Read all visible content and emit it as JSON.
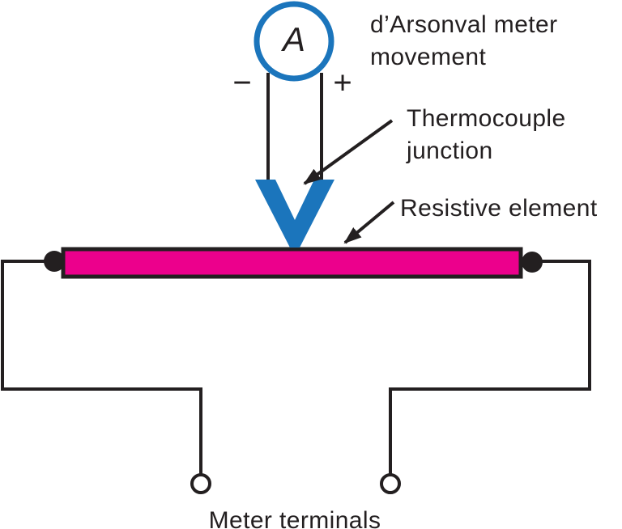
{
  "figure": {
    "description": "Thermocouple ammeter schematic diagram"
  },
  "colors": {
    "blue": "#1b75bc",
    "magenta": "#ec008c",
    "ink": "#231f20",
    "background": "#ffffff"
  },
  "meter": {
    "symbol": "A",
    "negative_sign": "−",
    "positive_sign": "+"
  },
  "labels": {
    "meter_movement": "d’Arsonval meter\nmovement",
    "thermocouple_junction": "Thermocouple\njunction",
    "resistive_element": "Resistive element",
    "meter_terminals": "Meter terminals"
  }
}
